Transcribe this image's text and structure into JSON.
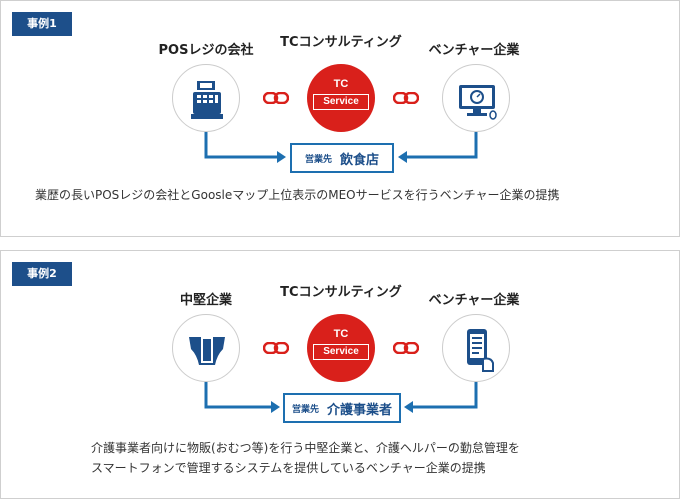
{
  "cases": [
    {
      "badge": "事例1",
      "left_label": "POSレジの会社",
      "center_label": "TCコンサルティング",
      "right_label": "ベンチャー企業",
      "logo": {
        "top": "TC",
        "box": "Service"
      },
      "client_prefix": "営業先",
      "client_name": "飲食店",
      "left_icon": "cash-register-icon",
      "right_icon": "computer-monitor-icon",
      "description_lines": [
        "業歴の長いPOSレジの会社とGooslеマップ上位表示のMEOサービスを行うベンチャー企業の提携"
      ]
    },
    {
      "badge": "事例2",
      "left_label": "中堅企業",
      "center_label": "TCコンサルティング",
      "right_label": "ベンチャー企業",
      "logo": {
        "top": "TC",
        "box": "Service"
      },
      "client_prefix": "営業先",
      "client_name": "介護事業者",
      "left_icon": "diaper-icon",
      "right_icon": "smartphone-hand-icon",
      "description_lines": [
        "介護事業者向けに物販(おむつ等)を行う中堅企業と、介護ヘルパーの勤怠管理を",
        "スマートフォンで管理するシステムを提供しているベンチャー企業の提携"
      ]
    }
  ],
  "colors": {
    "accent": "#1d4f8a",
    "arrow": "#1d6fb0",
    "logo": "#d9201b",
    "chain": "#d9201b"
  }
}
